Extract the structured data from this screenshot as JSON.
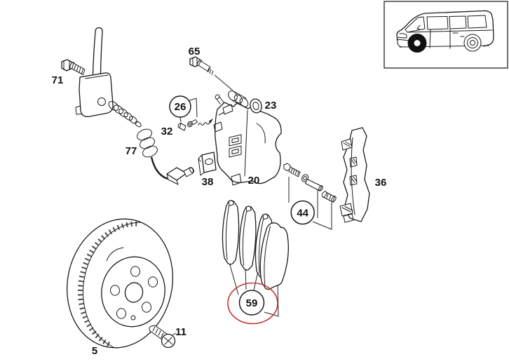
{
  "figure": {
    "kind": "exploded-parts-line-drawing",
    "background": "#ffffff",
    "ink": "#1a1a1a"
  },
  "vehicle_box": {
    "icon": "van-side-view-icon",
    "marked_wheel": "front"
  },
  "highlight": {
    "shape": "ellipse",
    "color": "#c53535",
    "around_callout": "59"
  },
  "callouts": [
    {
      "number": "71",
      "part": "sensor-mounting-hex-bolt"
    },
    {
      "number": "77",
      "part": "wheel-speed-sensor-with-cable"
    },
    {
      "number": "65",
      "part": "caliper-guide-hex-bolt"
    },
    {
      "number": "26",
      "part": "bleed-screw-cap-group",
      "style": "circled"
    },
    {
      "number": "32",
      "part": "bleed-screw"
    },
    {
      "number": "23",
      "part": "seal-ring"
    },
    {
      "number": "38",
      "part": "retaining-clip-plate"
    },
    {
      "number": "20",
      "part": "brake-caliper"
    },
    {
      "number": "44",
      "part": "guide-pin-repair-kit",
      "style": "circled"
    },
    {
      "number": "36",
      "part": "caliper-carrier-bracket"
    },
    {
      "number": "59",
      "part": "brake-pad-set",
      "style": "circled",
      "highlighted": true
    },
    {
      "number": "11",
      "part": "disc-retaining-screw"
    },
    {
      "number": "5",
      "part": "ventilated-brake-disc"
    }
  ]
}
